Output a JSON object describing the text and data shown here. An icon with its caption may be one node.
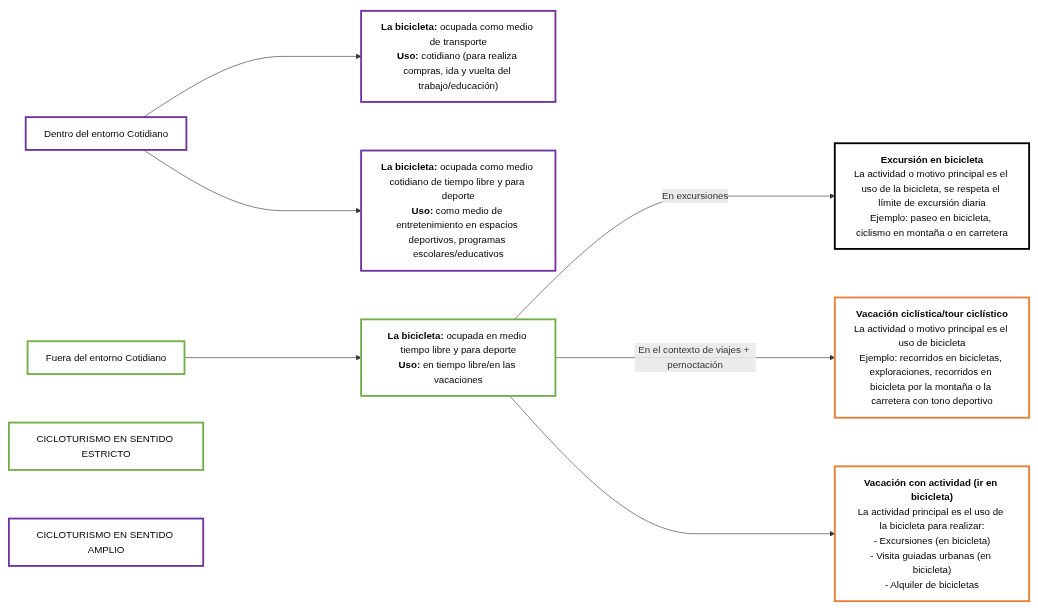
{
  "diagram": {
    "nodes": [
      {
        "text": [
          "Fuera del entorno Cotidiano"
        ]
      },
      {
        "text": [
          "**La bicicleta:** ocupada en medio tiempo libre y para deporte",
          "**Uso:** en tiempo libre/en las vacaciones"
        ]
      },
      {
        "text": [
          "Dentro del entorno Cotidiano"
        ]
      },
      {
        "text": [
          "**La bicicleta:** ocupada como medio de transporte",
          "**Uso:** cotidiano (para realiza compras, ida y vuelta del trabajo/educación)"
        ]
      },
      {
        "text": [
          "**La bicicleta:** ocupada como medio cotidiano de tiempo libre y para deporte",
          "**Uso:** como medio de entretenimiento en espacios deportivos, programas escolares/educativos"
        ]
      },
      {
        "text": [
          "Excursión en bicicleta",
          "La actividad o motivo principal es el uso de la bicicleta, se respeta el límite de excursión diaria",
          "Ejemplo: paseo en bicicleta, ciclismo en montaña o en carretera"
        ]
      },
      {
        "text": [
          "Vacación ciclística/tour ciclístico",
          "La actividad o motivo principal es el uso de bicicleta",
          "Ejemplo: recorridos en bicicletas, exploraciones, recorridos en bicicleta por la montaña o la carretera con tono deportivo"
        ]
      },
      {
        "text": [
          "Vacación con actividad (ir en bicicleta)",
          "La actividad principal es el uso de la bicicleta para realizar:",
          "- Excursiones (en bicicleta)",
          "- Visita guiadas urbanas (en bicicleta)",
          "- Alquiler de bicicletas"
        ]
      },
      {
        "text": [
          "CICLOTURISMO EN SENTIDO ESTRICTO"
        ]
      },
      {
        "text": [
          "CICLOTURISMO EN SENTIDO AMPLIO"
        ]
      }
    ],
    "edges": [
      {
        "from": 0,
        "to": 1,
        "arrow": "to"
      },
      {
        "from": 1,
        "to": 5,
        "arrow": "to",
        "label": "En excursiones"
      },
      {
        "from": 1,
        "to": 6,
        "arrow": "to",
        "label": "En el contexto de viajes + pernoctación"
      },
      {
        "from": 1,
        "to": 7,
        "arrow": "to"
      },
      {
        "from": 2,
        "to": 3,
        "arrow": "to"
      },
      {
        "from": 2,
        "to": 4,
        "arrow": "to"
      }
    ]
  }
}
